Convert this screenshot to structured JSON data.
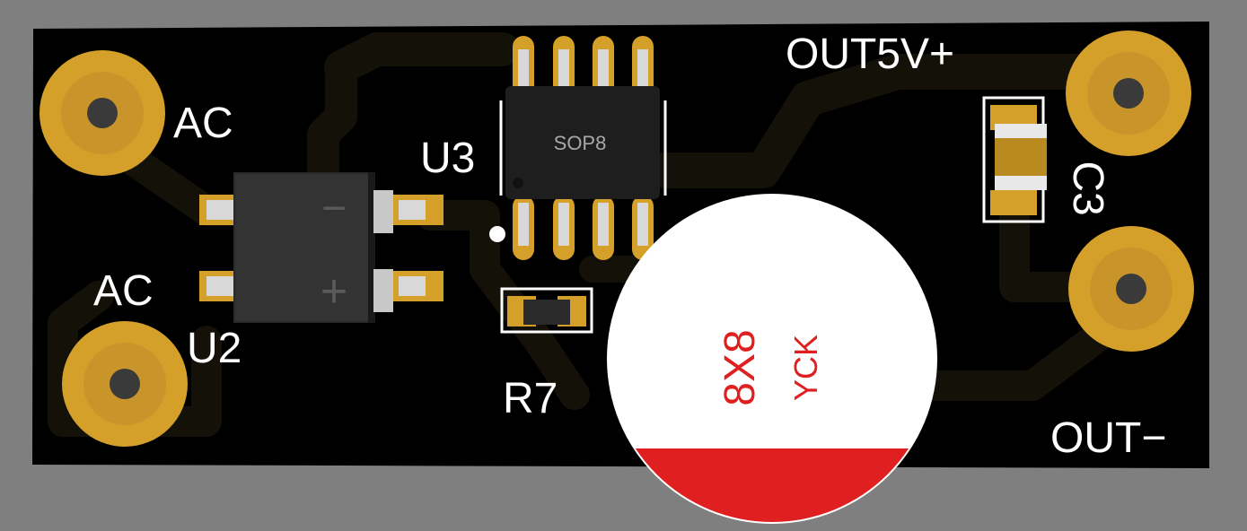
{
  "board": {
    "colors": {
      "background": "#7f7f7f",
      "pcb": "#000000",
      "trace": "#141208",
      "pad_gold": "#d4a02a",
      "pad_ring": "#c9952a",
      "silkscreen": "#ffffff",
      "ic_body": "#1e1e1e",
      "cap_sleeve": "#ffffff",
      "cap_stripe": "#e02020",
      "cap_text": "#e02020"
    },
    "labels": {
      "ac_top": "AC",
      "ac_bottom": "AC",
      "u2": "U2",
      "u3": "U3",
      "r7": "R7",
      "c3": "C3",
      "out_pos": "OUT5V+",
      "out_neg": "OUT−"
    },
    "components": {
      "u3_package": "SOP8",
      "bridge_minus": "−",
      "bridge_plus": "+",
      "cap_size": "8X8",
      "cap_brand": "YCK"
    }
  }
}
